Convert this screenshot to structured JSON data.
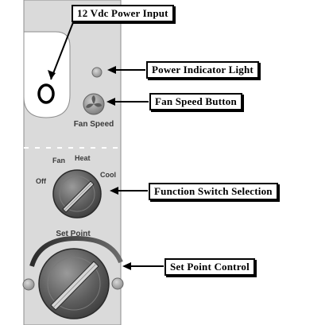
{
  "callouts": {
    "power_input": "12 Vdc Power Input",
    "power_indicator": "Power Indicator Light",
    "fan_speed_button": "Fan Speed Button",
    "function_switch": "Function Switch Selection",
    "set_point_control": "Set Point Control"
  },
  "panel": {
    "fan_speed_label": "Fan Speed",
    "function_positions": {
      "off": "Off",
      "fan": "Fan",
      "heat": "Heat",
      "cool": "Cool"
    },
    "set_point_label": "Set Point"
  },
  "colors": {
    "panel_face": "#dadada",
    "knob": "#5a5a5a",
    "arrow": "#000000"
  },
  "icons": {
    "fan_button": "fan-icon",
    "power_jack": "power-jack-icon",
    "indicator": "indicator-light-icon"
  }
}
